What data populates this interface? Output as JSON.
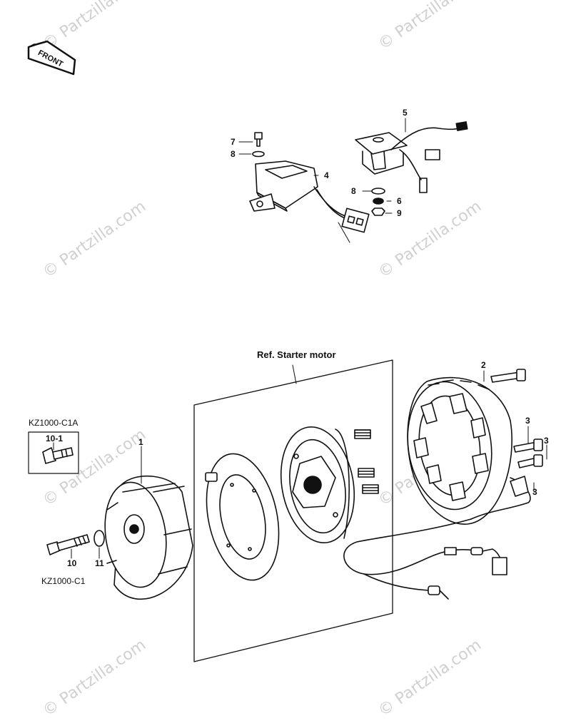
{
  "front_marker": {
    "label": "FRONT"
  },
  "watermark": {
    "text": "© Partzilla.com"
  },
  "reference": {
    "label": "Ref. Starter motor"
  },
  "models": {
    "variant_a": "KZ1000-C1A",
    "variant_b": "KZ1000-C1"
  },
  "callouts": {
    "p1": "1",
    "p2": "2",
    "p3a": "3",
    "p3b": "3",
    "p3c": "3",
    "p4": "4",
    "p5": "5",
    "p6": "6",
    "p7": "7",
    "p8a": "8",
    "p8b": "8",
    "p9": "9",
    "p10": "10",
    "p10_1": "10-1",
    "p11": "11"
  }
}
